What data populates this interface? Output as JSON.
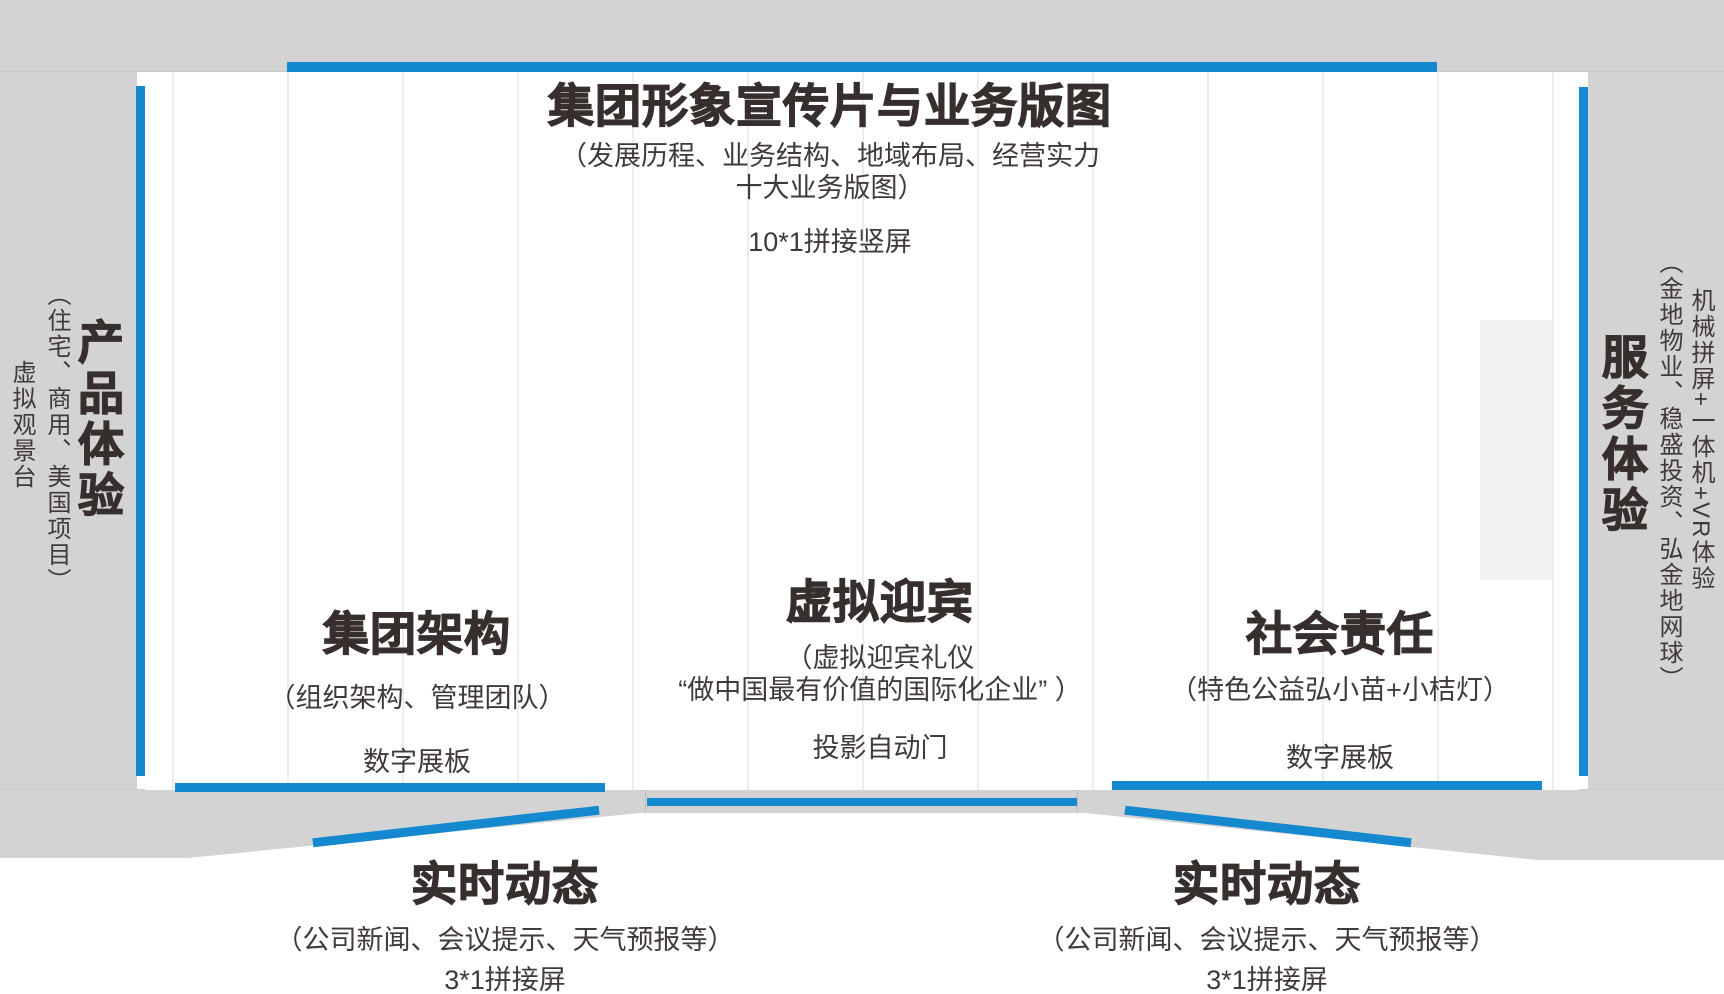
{
  "zones": {
    "top": {
      "title": "集团形象宣传片与业务版图",
      "subtitle_line1": "（发展历程、业务结构、地域布局、经营实力",
      "subtitle_line2": "十大业务版图）",
      "screen_label": "10*1拼接竖屏"
    },
    "left_wall": {
      "title": "产品体验",
      "subtitle": "（住宅、商用、美国项目）",
      "note": "虚拟观景台"
    },
    "right_wall": {
      "title": "服务体验",
      "subtitle": "（金地物业、稳盛投资、弘金地网球）",
      "note": "机械拼屏+一体机+VR体验"
    },
    "group_structure": {
      "title": "集团架构",
      "subtitle": "（组织架构、管理团队）",
      "screen_label": "数字展板"
    },
    "virtual_welcome": {
      "title": "虚拟迎宾",
      "subtitle_line1": "（虚拟迎宾礼仪",
      "subtitle_line2": "“做中国最有价值的国际化企业” ）",
      "screen_label": "投影自动门"
    },
    "social_responsibility": {
      "title": "社会责任",
      "subtitle": "（特色公益弘小苗+小桔灯）",
      "screen_label": "数字展板"
    },
    "realtime_left": {
      "title": "实时动态",
      "subtitle": "（公司新闻、会议提示、天气预报等）",
      "screen_label": "3*1拼接屏"
    },
    "realtime_right": {
      "title": "实时动态",
      "subtitle": "（公司新闻、会议提示、天气预报等）",
      "screen_label": "3*1拼接屏"
    }
  },
  "colors": {
    "accent_blue": "#1489cf",
    "wall_gray": "#d3d3d3",
    "text_dark": "#362f2e",
    "text_body": "#403a39",
    "panel_gray": "#f1f1f1",
    "grid_line": "#ededed"
  }
}
